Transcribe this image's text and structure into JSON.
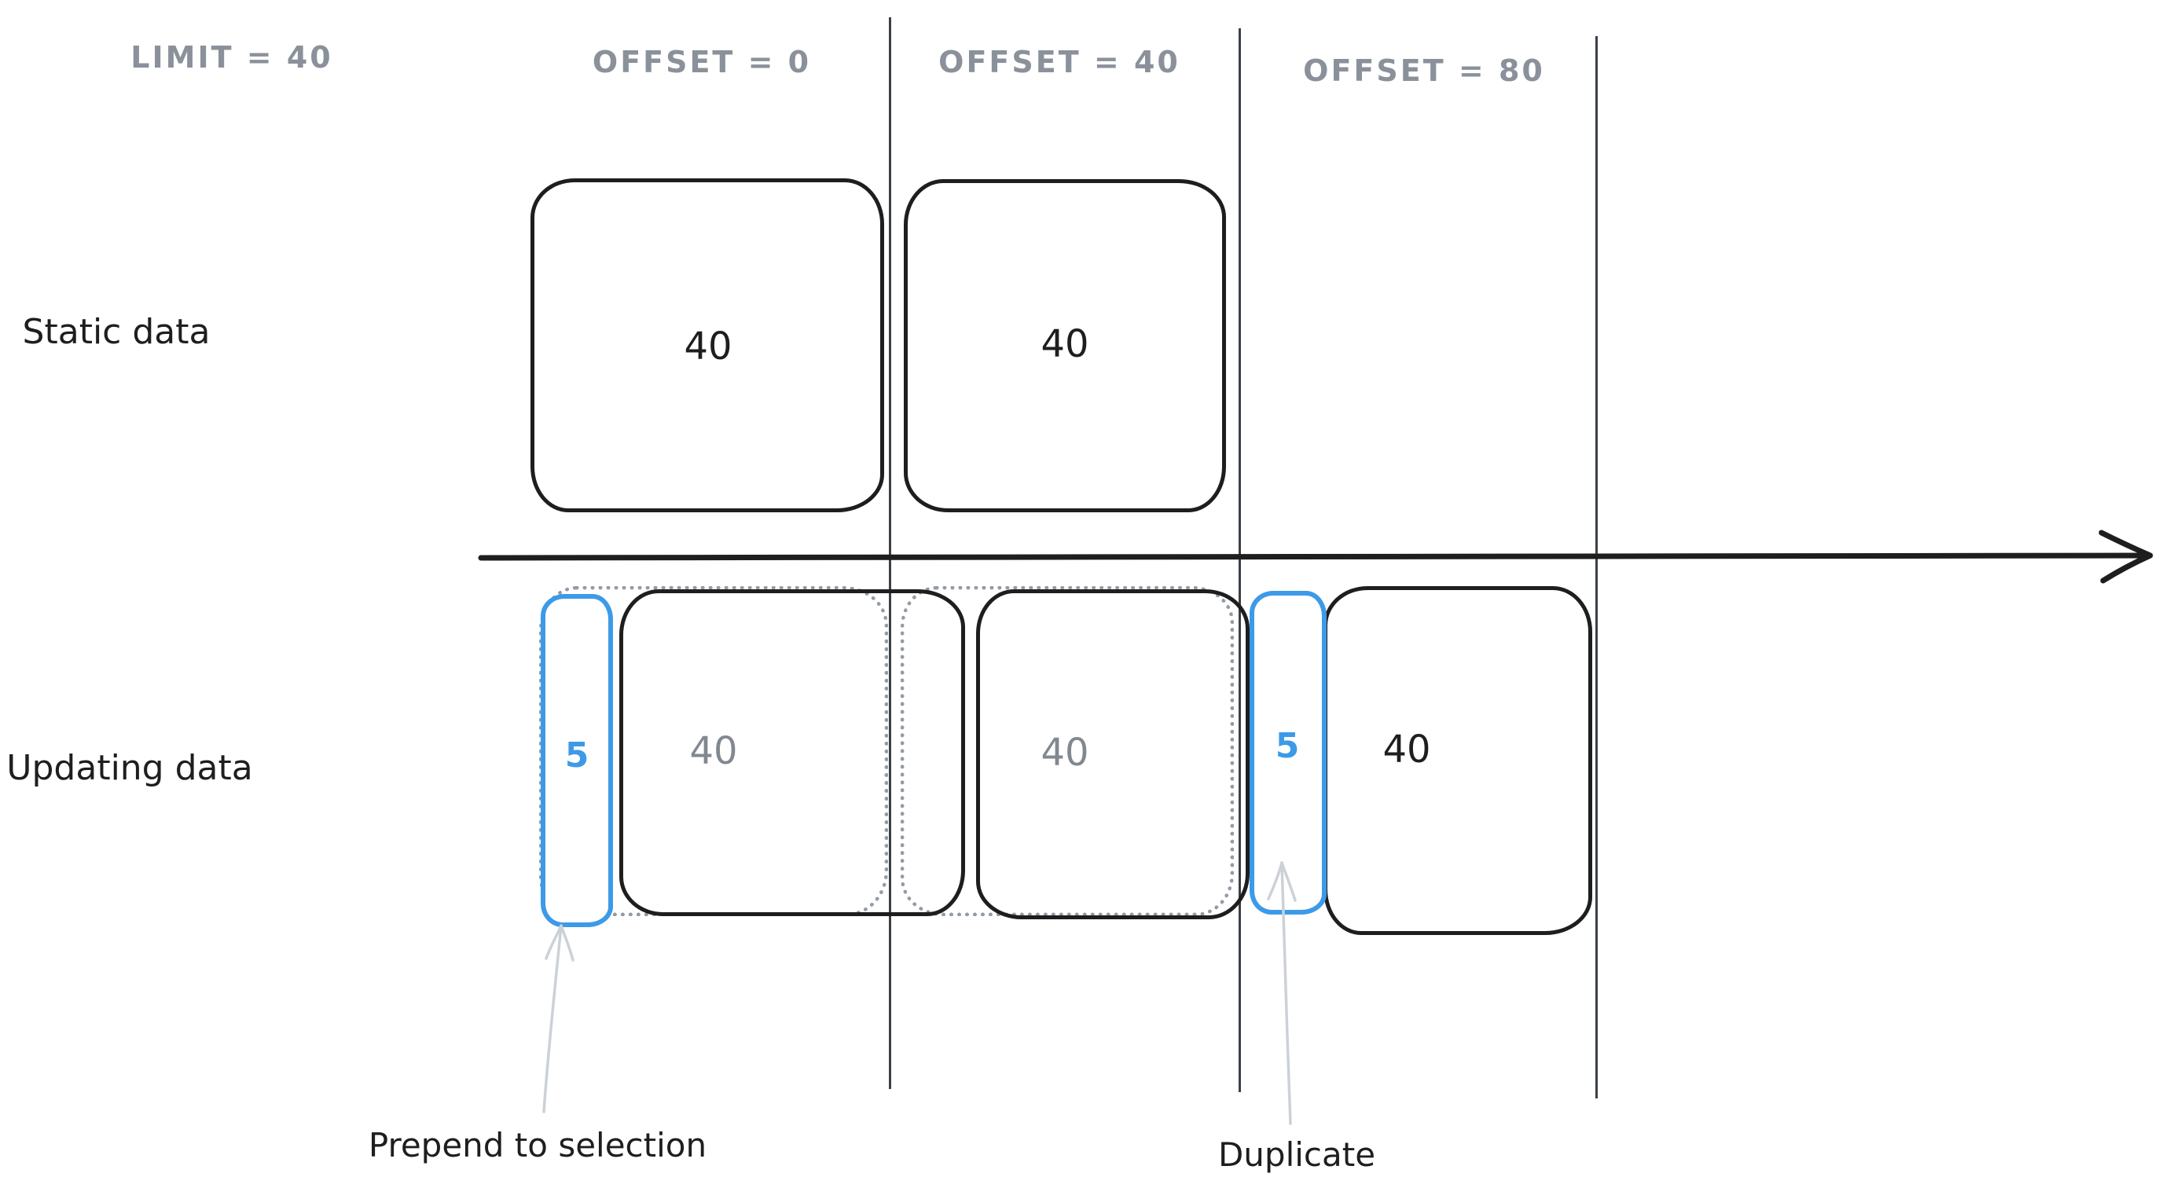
{
  "diagram": {
    "header": {
      "limit_label": "LIMIT = 40",
      "offset_labels": [
        "OFFSET = 0",
        "OFFSET = 40",
        "OFFSET = 80"
      ]
    },
    "row_labels": {
      "static": "Static data",
      "updating": "Updating data"
    },
    "static_row": {
      "page1_count": "40",
      "page2_count": "40"
    },
    "updating_row": {
      "prepended_count": "5",
      "page1_count": "40",
      "page2_count": "40",
      "duplicate_count": "5",
      "page3_count": "40"
    },
    "annotations": {
      "prepend": "Prepend to selection",
      "duplicate": "Duplicate"
    },
    "colors": {
      "ink": "#1e1e1e",
      "accent_blue": "#3d9ae8",
      "muted_number_gray": "#82888f",
      "header_gray": "#8a919b",
      "dotted_outline_gray": "#939ba4",
      "callout_arrow_gray": "#ccd1d8"
    }
  }
}
